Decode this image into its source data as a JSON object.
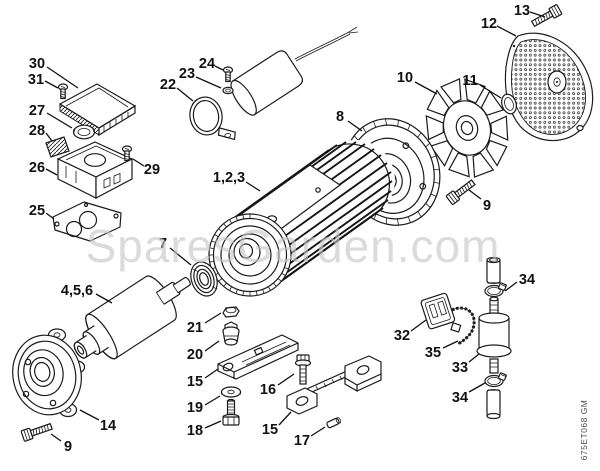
{
  "diagram": {
    "watermark": "SparesGarden.com",
    "doc_code": "675ET068 GM",
    "background_color": "#ffffff",
    "line_color": "#1b1b1b",
    "watermark_color": "#c6c6c6",
    "callouts": [
      {
        "label": "30"
      },
      {
        "label": "31"
      },
      {
        "label": "27"
      },
      {
        "label": "28"
      },
      {
        "label": "26"
      },
      {
        "label": "25"
      },
      {
        "label": "29"
      },
      {
        "label": "22"
      },
      {
        "label": "23"
      },
      {
        "label": "24"
      },
      {
        "label": "1,2,3"
      },
      {
        "label": "13"
      },
      {
        "label": "12"
      },
      {
        "label": "10"
      },
      {
        "label": "11"
      },
      {
        "label": "8"
      },
      {
        "label": "9"
      },
      {
        "label": "7"
      },
      {
        "label": "4,5,6"
      },
      {
        "label": "14"
      },
      {
        "label": "9"
      },
      {
        "label": "21"
      },
      {
        "label": "20"
      },
      {
        "label": "15"
      },
      {
        "label": "19"
      },
      {
        "label": "18"
      },
      {
        "label": "16"
      },
      {
        "label": "15"
      },
      {
        "label": "17"
      },
      {
        "label": "34"
      },
      {
        "label": "32"
      },
      {
        "label": "35"
      },
      {
        "label": "33"
      },
      {
        "label": "34"
      }
    ]
  }
}
